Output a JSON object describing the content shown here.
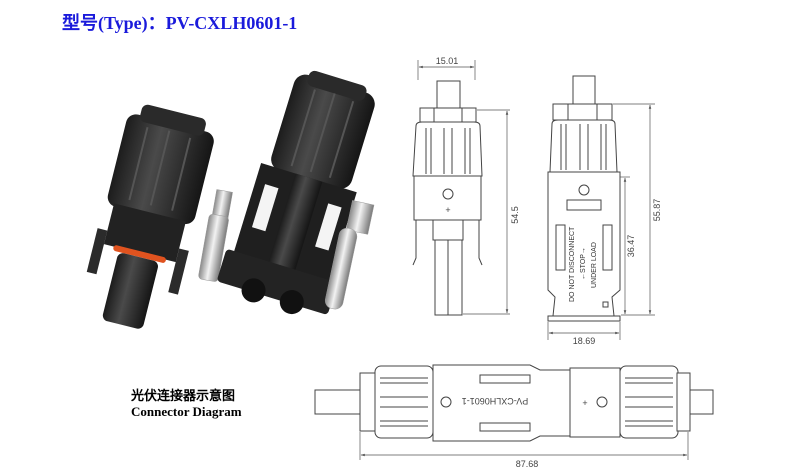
{
  "header": {
    "title": "型号(Type)：PV-CXLH0601-1"
  },
  "caption": {
    "chinese": "光伏连接器示意图",
    "english": "Connector Diagram"
  },
  "drawings": {
    "front_view": {
      "width_label": "15.01",
      "height_label": "54.5",
      "polarity": "+"
    },
    "side_view": {
      "width_label": "18.69",
      "inner_height_label": "36.47",
      "total_height_label": "55.87",
      "warning_line1": "DO NOT DISCONNECT",
      "warning_line2": "←STOP→",
      "warning_line3": "UNDER LOAD"
    },
    "mated_view": {
      "length_label": "87.68",
      "model_marking": "PV-CXLH0601-1",
      "polarity": "+"
    }
  }
}
